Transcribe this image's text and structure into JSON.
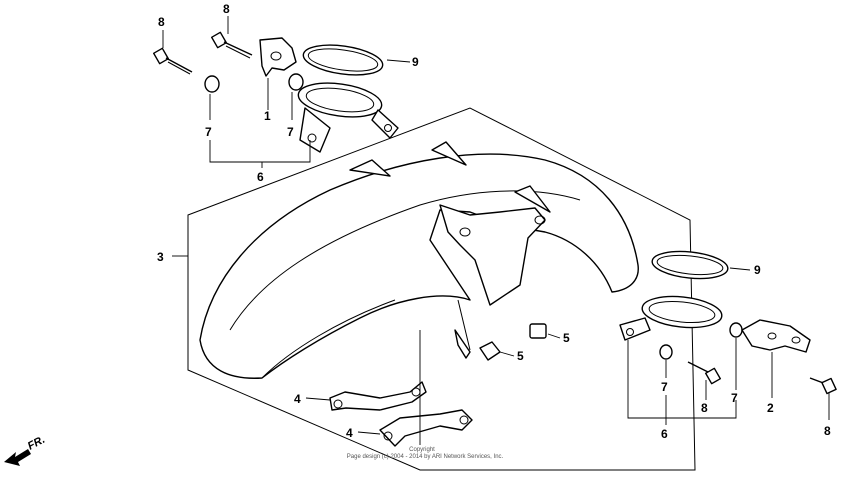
{
  "callouts": {
    "c8a": "8",
    "c8b": "8",
    "c9a": "9",
    "c1": "1",
    "c7a": "7",
    "c7b": "7",
    "c6a": "6",
    "c3": "3",
    "c9b": "9",
    "c5a": "5",
    "c5b": "5",
    "c4a": "4",
    "c4b": "4",
    "c7c": "7",
    "c8c": "8",
    "c7d": "7",
    "c2": "2",
    "c8d": "8",
    "c6b": "6"
  },
  "direction_label": "FR.",
  "copyright": {
    "line1": "Copyright",
    "line2": "Page design (c) 2004 - 2014 by ARI Network Services, Inc."
  }
}
